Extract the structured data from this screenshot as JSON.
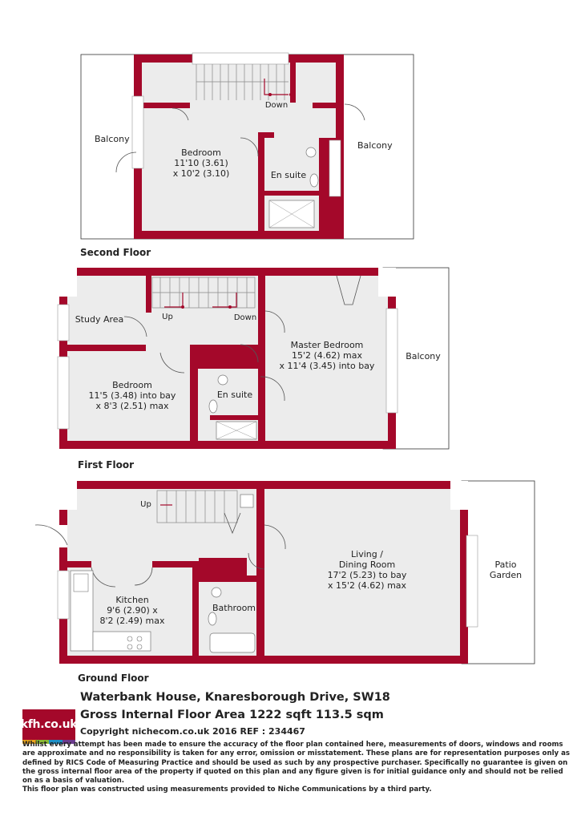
{
  "floors": {
    "second": {
      "label": "Second Floor",
      "rooms": {
        "bedroom_name": "Bedroom",
        "bedroom_dim1": "11'10 (3.61)",
        "bedroom_dim2": "x 10'2 (3.10)",
        "ensuite": "En suite",
        "balcony_left": "Balcony",
        "balcony_right": "Balcony",
        "stairs": "Down"
      }
    },
    "first": {
      "label": "First Floor",
      "rooms": {
        "study": "Study Area",
        "up": "Up",
        "down": "Down",
        "master_name": "Master Bedroom",
        "master_dim1": "15'2 (4.62) max",
        "master_dim2": "x 11'4 (3.45) into bay",
        "balcony": "Balcony",
        "bedroom_name": "Bedroom",
        "bedroom_dim1": "11'5 (3.48) into bay",
        "bedroom_dim2": "x 8'3 (2.51) max",
        "ensuite": "En suite"
      }
    },
    "ground": {
      "label": "Ground Floor",
      "rooms": {
        "up": "Up",
        "living_line1": "Living /",
        "living_line2": "Dining Room",
        "living_dim1": "17'2 (5.23) to bay",
        "living_dim2": "x 15'2 (4.62) max",
        "patio_line1": "Patio",
        "patio_line2": "Garden",
        "kitchen_name": "Kitchen",
        "kitchen_dim1": "9'6 (2.90) x",
        "kitchen_dim2": "8'2 (2.49) max",
        "bathroom": "Bathroom"
      }
    }
  },
  "footer": {
    "logo_text": "kfh.co.uk",
    "address": "Waterbank House, Knaresborough Drive, SW18",
    "area": "Gross Internal Floor Area 1222 sqft 113.5 sqm",
    "copyright": "Copyright nichecom.co.uk 2016 REF : 234467",
    "disclaimer": "Whilst every attempt has been made to ensure the accuracy of the floor plan contained here, measurements of doors, windows and rooms are approximate and no responsibility is taken for any error, omission or misstatement.  These plans are for representation purposes only as defined by RICS Code of Measuring Practice and should be used as such by any prospective purchaser.  Specifically no guarantee is given on the gross internal floor area of the property if quoted on this plan and any figure given is for initial guidance only and should not be relied on as a basis of valuation.",
    "disclaimer2": "This floor plan was constructed using measurements provided to Niche Communications by a third party."
  },
  "colors": {
    "wall": "#a4082a",
    "floor": "#ececec",
    "logo_bar_1": "#e8a21d",
    "logo_bar_2": "#8ab833",
    "logo_bar_3": "#1e8fc6",
    "logo_bar_4": "#6c3b8e"
  }
}
